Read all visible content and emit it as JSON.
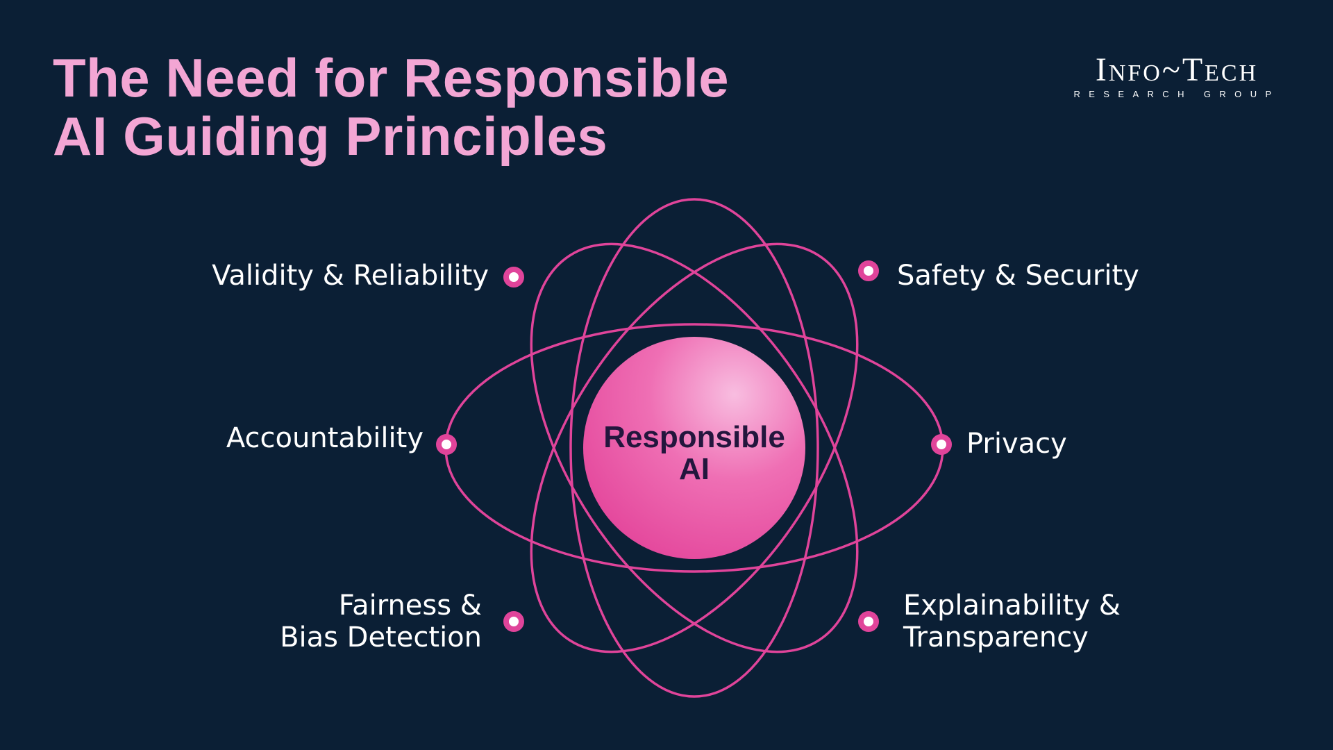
{
  "title": {
    "line1": "The Need for Responsible",
    "line2": "AI Guiding Principles"
  },
  "logo": {
    "main": "Info~Tech",
    "sub": "RESEARCH GROUP"
  },
  "center": {
    "line1": "Responsible",
    "line2": "AI"
  },
  "principles": {
    "validity": {
      "line1": "Validity & Reliability"
    },
    "safety": {
      "line1": "Safety & Security"
    },
    "accountability": {
      "line1": "Accountability"
    },
    "privacy": {
      "line1": "Privacy"
    },
    "fairness": {
      "line1": "Fairness &",
      "line2": "Bias Detection"
    },
    "explainability": {
      "line1": "Explainability &",
      "line2": "Transparency"
    }
  },
  "colors": {
    "background": "#0b1f35",
    "title": "#f3a6d4",
    "orbit": "#e0449a",
    "sphere": "#ea5aa6",
    "label": "#ffffff"
  }
}
